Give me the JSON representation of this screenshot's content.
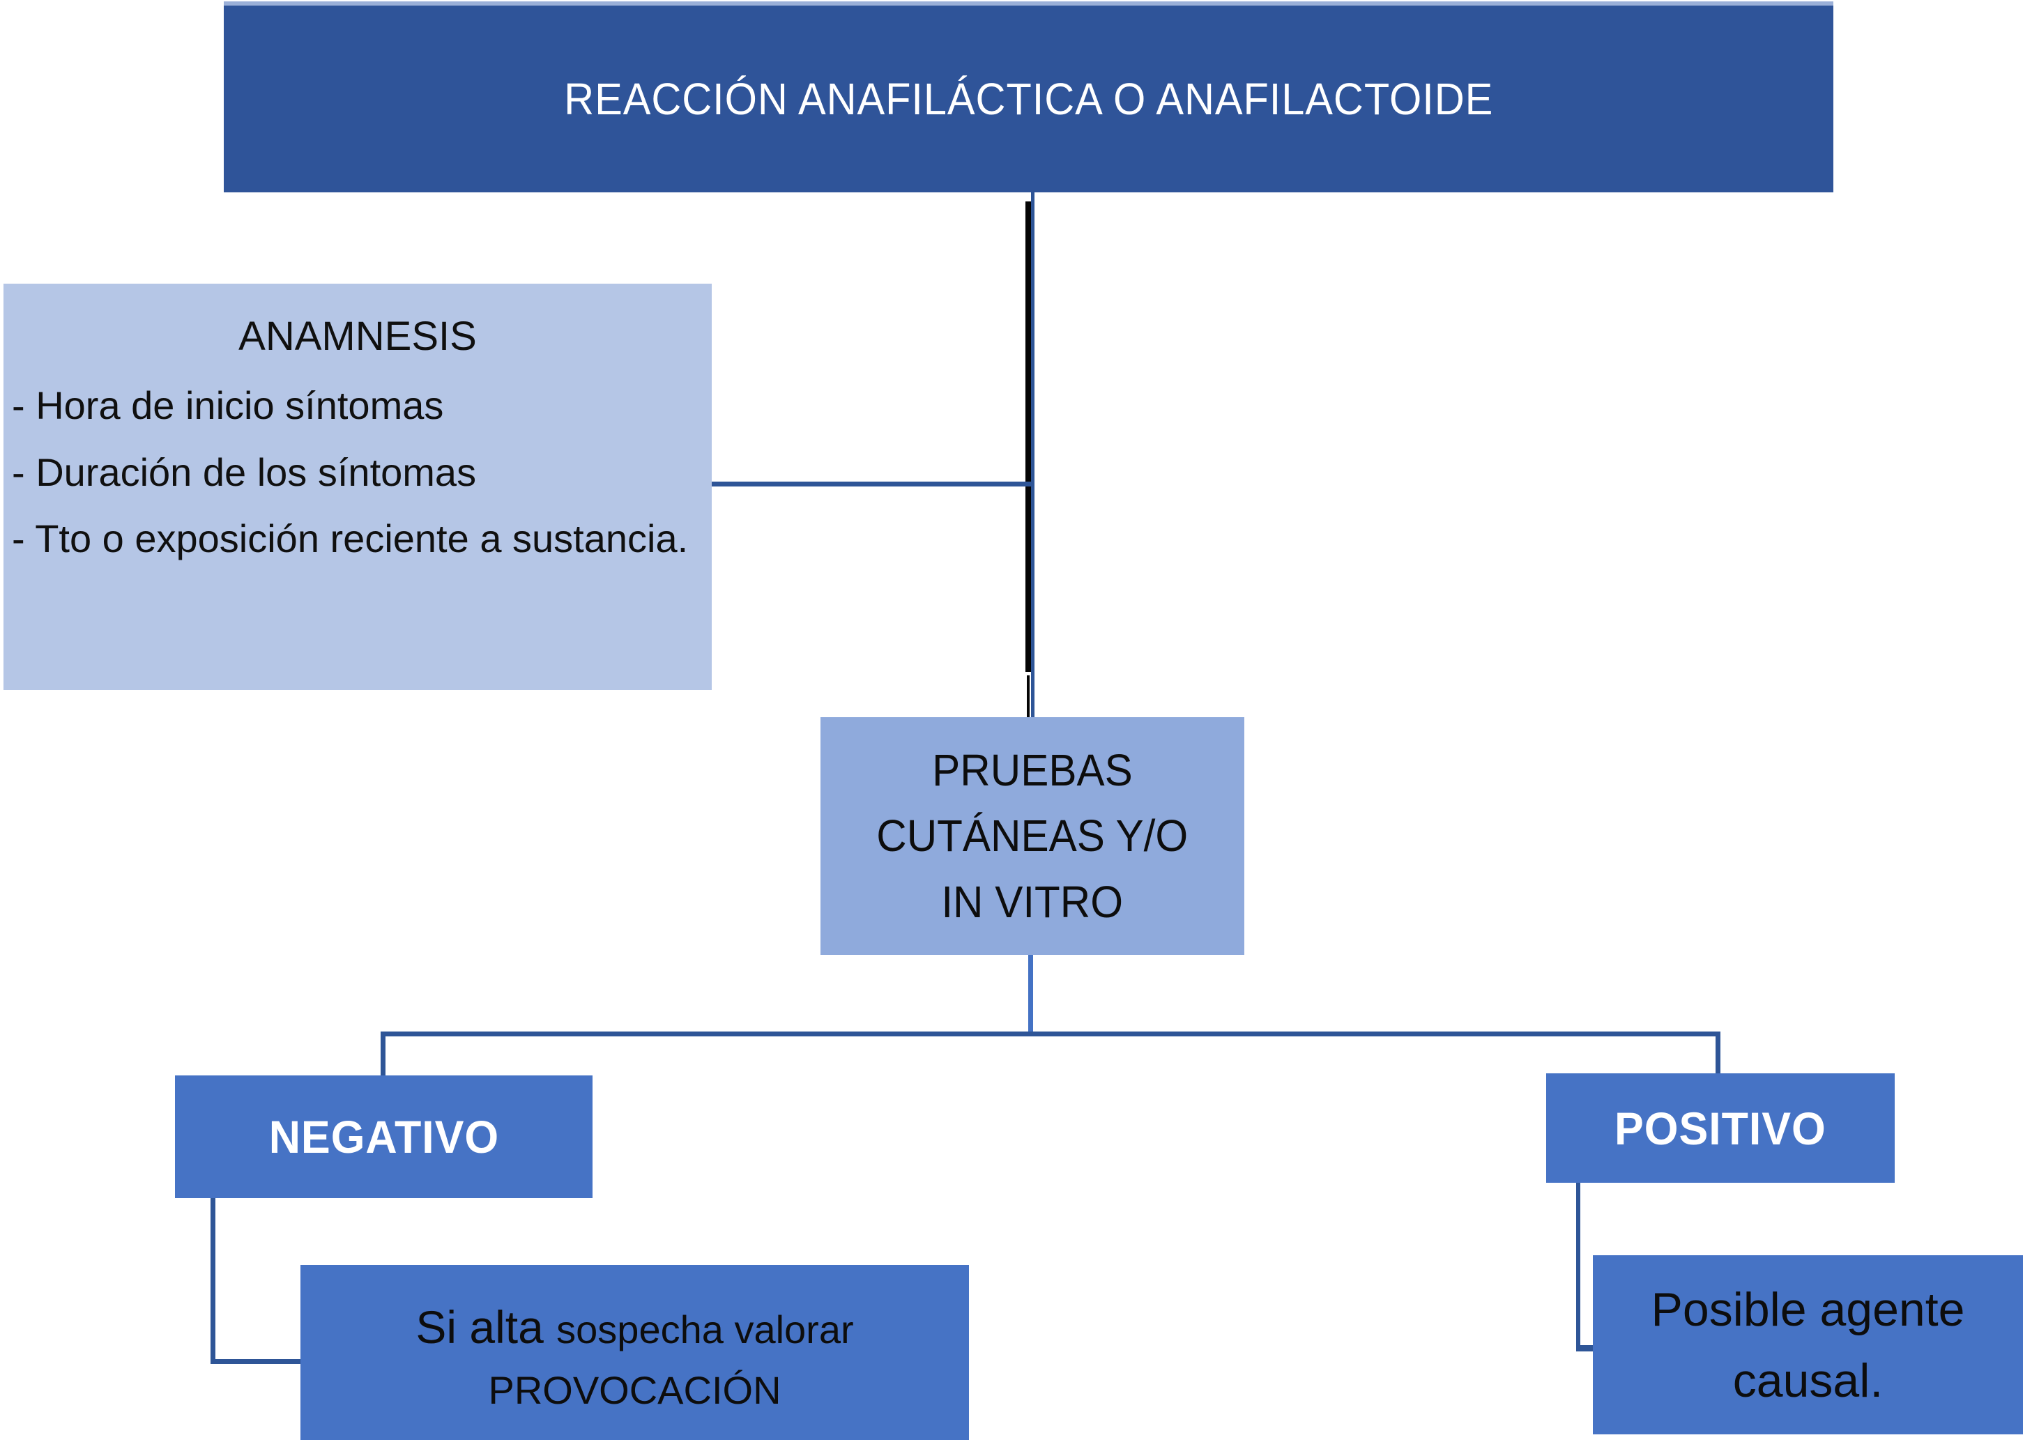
{
  "diagram": {
    "banner": {
      "title": "REACCIÓN ANAFILÁCTICA O ANAFILACTOIDE"
    },
    "anamnesis": {
      "title": "ANAMNESIS",
      "items": [
        "- Hora de inicio síntomas",
        "- Duración de los síntomas",
        "- Tto o exposición reciente a sustancia."
      ]
    },
    "pruebas": {
      "line1": "PRUEBAS",
      "line2": "CUTÁNEAS Y/O",
      "line3": "IN VITRO"
    },
    "results": {
      "negative": "NEGATIVO",
      "positive": "POSITIVO"
    },
    "provocation": {
      "emphasis": "Si alta ",
      "text": "sospecha valorar",
      "line2": "PROVOCACIÓN"
    },
    "causal": {
      "line1": "Posible agente",
      "line2": "causal."
    }
  },
  "colors": {
    "banner_fill": "#2F5499",
    "banner_top_edge": "#9BB0D8",
    "light_box_fill": "#B5C6E6",
    "medium_box_fill": "#8FAADC",
    "accent_box_fill": "#4673C5",
    "connector_dark_blue": "#2E5597",
    "connector_bright_blue": "#4472C4",
    "connector_black": "#050505",
    "banner_text": "#FFFFFF",
    "result_text": "#FFFFFF",
    "body_text": "#101010"
  }
}
